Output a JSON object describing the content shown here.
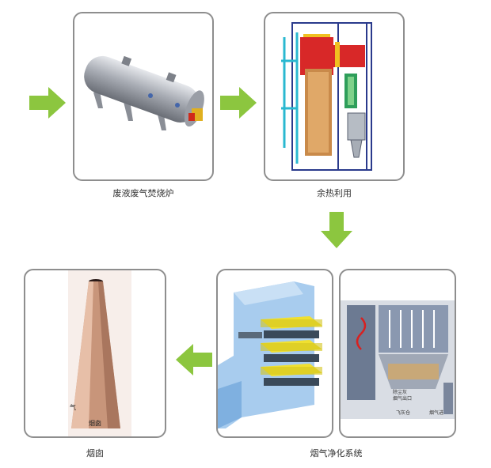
{
  "steps": [
    {
      "id": "incinerator",
      "caption": "废液废气焚烧炉"
    },
    {
      "id": "heat-recovery",
      "caption": "余热利用"
    },
    {
      "id": "flue-gas-cleaning",
      "caption": "烟气净化系统"
    },
    {
      "id": "chimney",
      "caption": "烟囱"
    }
  ],
  "labels": {
    "chimney_base": "烟囱",
    "chimney_gas": "气",
    "mid1": "除尘灰",
    "mid2": "烟气出口",
    "mid3": "飞灰仓",
    "mid4": "烟气进"
  },
  "colors": {
    "arrow": "#8cc63f",
    "border": "#8e8e8e"
  }
}
